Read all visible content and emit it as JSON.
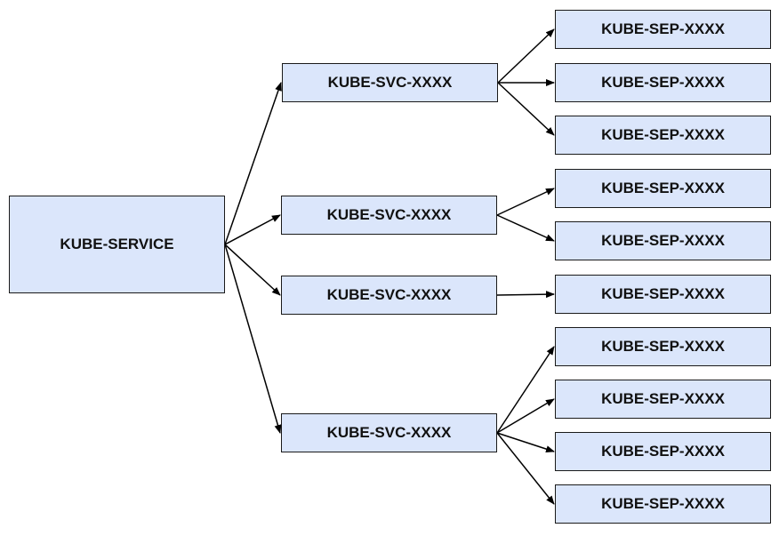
{
  "diagram": {
    "colors": {
      "node_fill": "#dbe6fb",
      "edge": "#000000"
    },
    "root": {
      "label": "KUBE-SERVICE"
    },
    "services": [
      {
        "label": "KUBE-SVC-XXXX",
        "endpoints": [
          "KUBE-SEP-XXXX",
          "KUBE-SEP-XXXX",
          "KUBE-SEP-XXXX"
        ]
      },
      {
        "label": "KUBE-SVC-XXXX",
        "endpoints": [
          "KUBE-SEP-XXXX",
          "KUBE-SEP-XXXX"
        ]
      },
      {
        "label": "KUBE-SVC-XXXX",
        "endpoints": [
          "KUBE-SEP-XXXX"
        ]
      },
      {
        "label": "KUBE-SVC-XXXX",
        "endpoints": [
          "KUBE-SEP-XXXX",
          "KUBE-SEP-XXXX",
          "KUBE-SEP-XXXX",
          "KUBE-SEP-XXXX"
        ]
      }
    ]
  }
}
